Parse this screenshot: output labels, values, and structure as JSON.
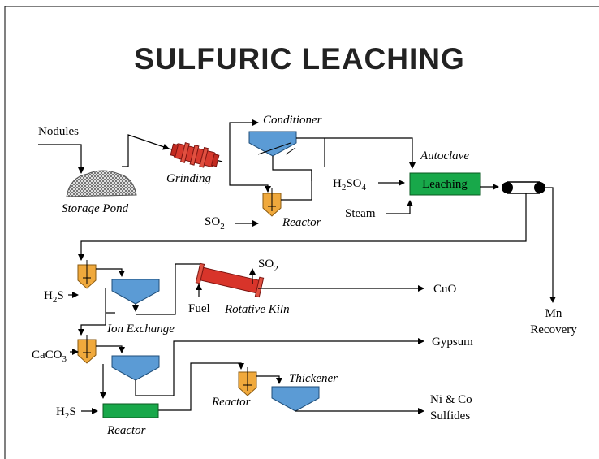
{
  "title": "SULFURIC LEACHING",
  "labels": {
    "nodules": "Nodules",
    "storage_pond": "Storage Pond",
    "grinding": "Grinding",
    "conditioner": "Conditioner",
    "reactor_top": "Reactor",
    "so2_feed": "SO",
    "so2_sub": "2",
    "autoclave": "Autoclave",
    "h2so4_a": "H",
    "h2so4_2": "2",
    "h2so4_b": "SO",
    "h2so4_4": "4",
    "leaching": "Leaching",
    "steam": "Steam",
    "mn_recovery_1": "Mn",
    "mn_recovery_2": "Recovery",
    "h2s_top_a": "H",
    "h2s_top_2": "2",
    "h2s_top_b": "S",
    "fuel": "Fuel",
    "rotative_kiln": "Rotative Kiln",
    "so2_kiln": "SO",
    "so2_kiln_sub": "2",
    "cuo": "CuO",
    "ion_exchange": "Ion Exchange",
    "caco3_a": "CaCO",
    "caco3_3": "3",
    "gypsum": "Gypsum",
    "reactor_mid": "Reactor",
    "thickener": "Thickener",
    "h2s_bot_a": "H",
    "h2s_bot_2": "2",
    "h2s_bot_b": "S",
    "reactor_bottom": "Reactor",
    "ni_co_1": "Ni & Co",
    "ni_co_2": "Sulfides"
  },
  "colors": {
    "settler": "#5b9bd5",
    "reactor": "#f0a93c",
    "grinder": "#d83a2e",
    "leaching": "#18a84a",
    "kiln": "#d8342a",
    "pond": "#9a9a9a"
  }
}
